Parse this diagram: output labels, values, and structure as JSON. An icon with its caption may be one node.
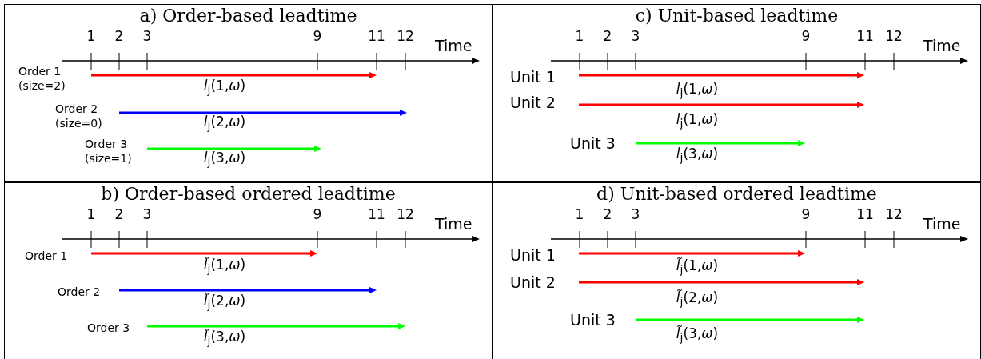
{
  "diagram": {
    "nodes": [
      {
        "text": [
          "a) Order-based leadtime"
        ]
      },
      {
        "text": [
          "c) Unit-based leadtime"
        ]
      },
      {
        "text": [
          "b) Order-based ordered leadtime"
        ]
      },
      {
        "text": [
          "d) Unit-based ordered leadtime"
        ]
      }
    ],
    "labels": [
      "1",
      "2",
      "3",
      "9",
      "11",
      "12",
      "Time",
      "Order 1 (size=2)",
      "*l*$_{j}$(1,*ω*)",
      "Order 2 (size=0)",
      "*l*$_{j}$(2,*ω*)",
      "Order 3 (size=1)",
      "*l*$_{j}$(3,*ω*)",
      "1",
      "2",
      "3",
      "9",
      "11",
      "12",
      "Time",
      "Unit 1",
      "*l*$_{j}$(1,*ω*)",
      "Unit 2",
      "*l*$_{j}$(1,*ω*)",
      "Unit 3",
      "*l*$_{j}$(3,*ω*)",
      "1",
      "2",
      "3",
      "9",
      "11",
      "12",
      "Time",
      "Order 1",
      "*l̂*$_{j}$(1,*ω*)",
      "Order 2",
      "*l̂*$_{j}$(2,*ω*)",
      "Order 3",
      "*l̂*$_{j}$(3,*ω*)",
      "1",
      "2",
      "3",
      "9",
      "11",
      "12",
      "Time",
      "Unit 1",
      "*l̃*$_{j}$(1,*ω*)",
      "Unit 2",
      "*l̃*$_{j}$(2,*ω*)",
      "Unit 3",
      "*l̃*$_{j}$(3,*ω*)"
    ]
  }
}
